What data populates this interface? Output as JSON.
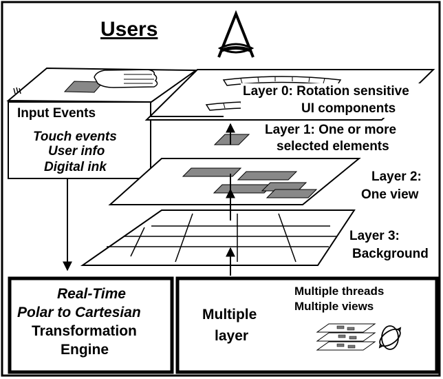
{
  "title": "Users",
  "input_events": {
    "heading": "Input Events",
    "items": [
      "Touch events",
      "User info",
      "Digital ink"
    ]
  },
  "layers": [
    {
      "label_line1": "Layer 0: Rotation sensitive",
      "label_line2": "UI components"
    },
    {
      "label_line1": "Layer 1: One or more",
      "label_line2": "selected elements"
    },
    {
      "label_line1": "Layer 2:",
      "label_line2": "One view"
    },
    {
      "label_line1": "Layer 3:",
      "label_line2": "Background"
    }
  ],
  "engine": {
    "line1": "Real-Time",
    "line2": "Polar to Cartesian",
    "line3": "Transformation",
    "line4": "Engine"
  },
  "multilayer": {
    "line1": "Multiple",
    "line2": "layer",
    "threads_line1": "Multiple threads",
    "threads_line2": "Multiple views"
  }
}
